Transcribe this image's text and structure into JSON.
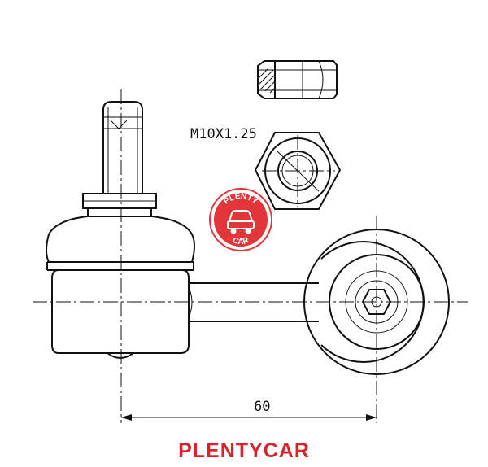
{
  "thread_label": "M10X1.25",
  "dimension_value": "60",
  "logo": {
    "top_text": "PLENTY",
    "bottom_text": "CAR",
    "color": "#e0262a"
  },
  "caption": {
    "text": "PLENTYCAR",
    "color": "#d7262b"
  }
}
